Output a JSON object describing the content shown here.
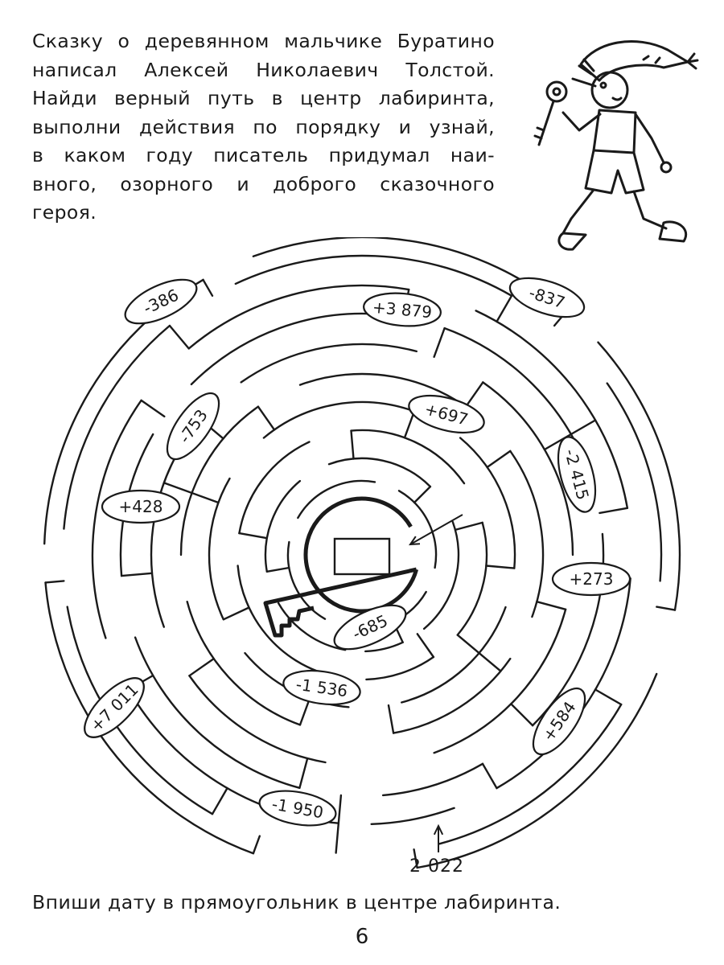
{
  "task": {
    "lines": [
      "Сказку о деревянном мальчике Буратино",
      "написал Алексей Николаевич Толстой.",
      "Найди верный путь в центр лабиринта,",
      "выполни действия по порядку и узнай,",
      "в каком году писатель придумал наи-",
      "вного, озорного и доброго сказочного",
      "героя."
    ]
  },
  "maze": {
    "start_number": "2 022",
    "operations": [
      "-386",
      "+3 879",
      "-837",
      "-753",
      "+697",
      "-2 415",
      "+428",
      "+273",
      "-685",
      "-1 536",
      "+7 011",
      "+584",
      "-1 950"
    ]
  },
  "answer_instruction": "Впиши дату в прямоугольник в центре лабиринта.",
  "page_number": "6"
}
